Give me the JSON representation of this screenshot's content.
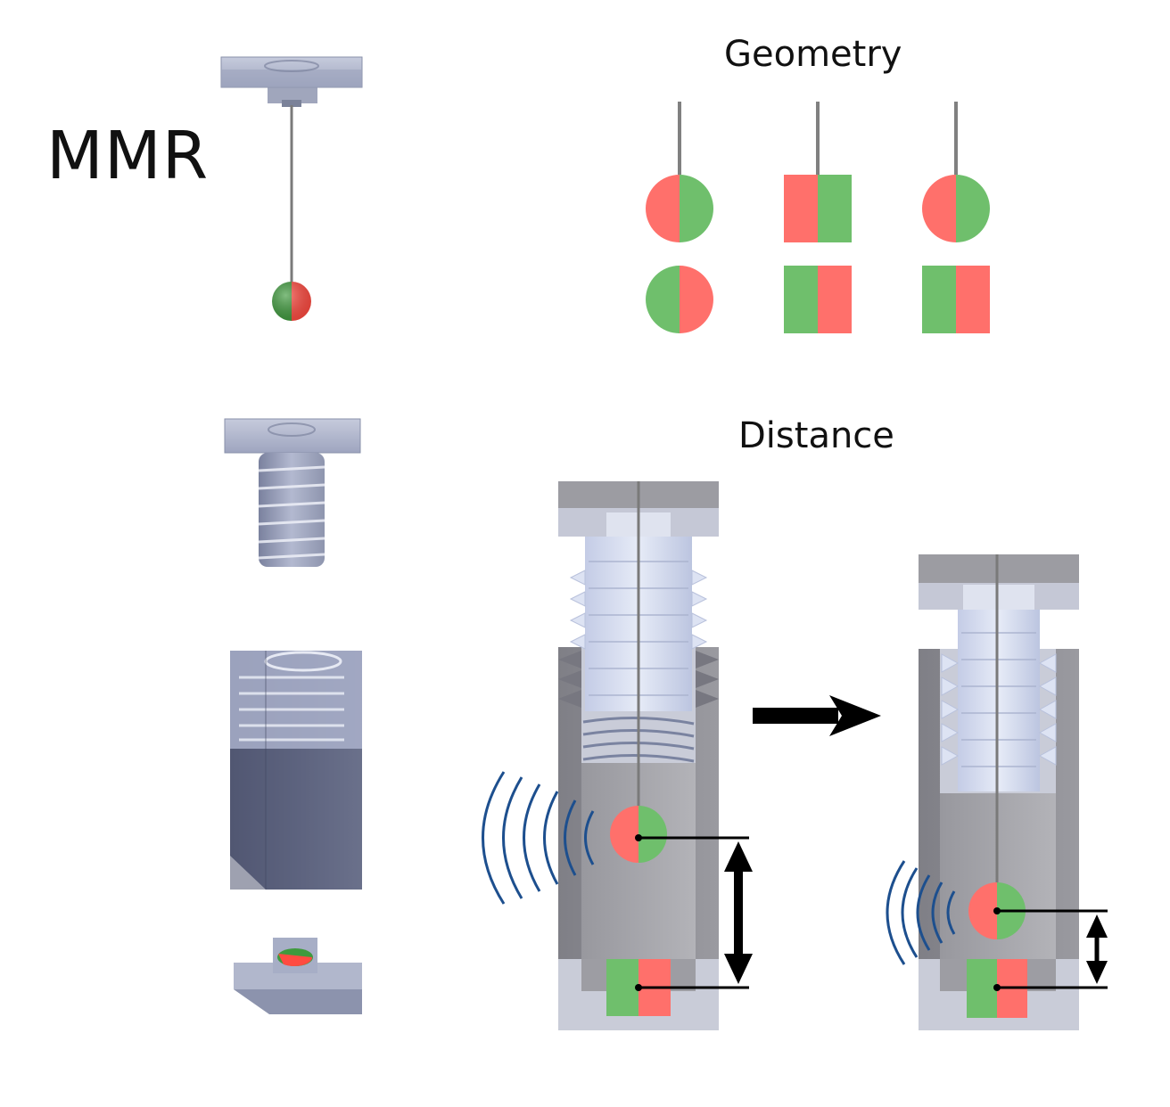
{
  "labels": {
    "title": "MMR",
    "geometry": "Geometry",
    "distance": "Distance"
  },
  "colors": {
    "red": "#ff706b",
    "green": "#6fbf6c",
    "acrylic": "#9aa3bd",
    "acrylic_dark": "#6d7491",
    "section_gray": "#8c8c92",
    "section_light": "#c9ccd8",
    "wave_blue": "#1d4f8e",
    "rod_gray": "#808080"
  },
  "icons": {
    "arrow": "right-arrow-icon",
    "double_arrow": "vertical-double-arrow-icon",
    "wave": "sound-wave-icon"
  }
}
